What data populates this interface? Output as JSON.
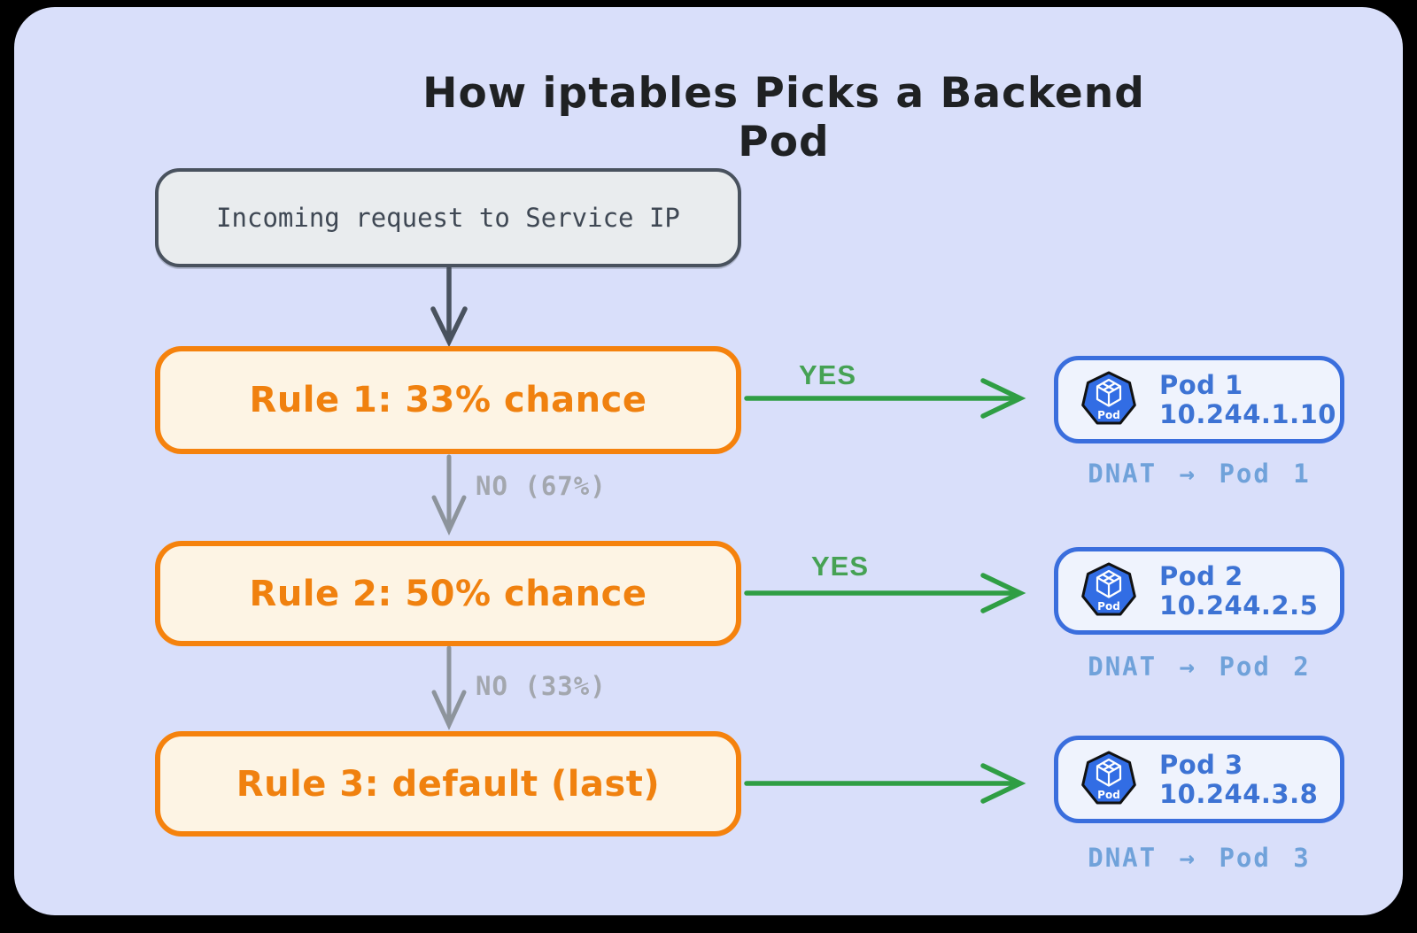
{
  "title": "How iptables Picks a Backend Pod",
  "start": {
    "label": "Incoming request to Service IP"
  },
  "rules": [
    {
      "label": "Rule 1: 33% chance",
      "yes_label": "YES",
      "no_label": "NO (67%)"
    },
    {
      "label": "Rule 2: 50% chance",
      "yes_label": "YES",
      "no_label": "NO (33%)"
    },
    {
      "label": "Rule 3: default (last)"
    }
  ],
  "pods": [
    {
      "name": "Pod 1",
      "ip": "10.244.1.10",
      "dnat_label": "DNAT → Pod 1",
      "icon": "kubernetes-pod-icon",
      "icon_label": "Pod"
    },
    {
      "name": "Pod 2",
      "ip": "10.244.2.5",
      "dnat_label": "DNAT → Pod 2",
      "icon": "kubernetes-pod-icon",
      "icon_label": "Pod"
    },
    {
      "name": "Pod 3",
      "ip": "10.244.3.8",
      "dnat_label": "DNAT → Pod 3",
      "icon": "kubernetes-pod-icon",
      "icon_label": "Pod"
    }
  ],
  "colors": {
    "page_background": "#000000",
    "canvas_background": "#d9dffa",
    "title_text": "#1f2123",
    "start_fill": "#e9ecee",
    "start_border": "#49525e",
    "start_text": "#3f4854",
    "rule_fill": "#fdf4e4",
    "rule_border": "#f5820d",
    "rule_text": "#f0810f",
    "yes_arrow": "#2f9e44",
    "yes_text": "#46a254",
    "no_arrow": "#8d949c",
    "no_text": "#a3a7ae",
    "flow_arrow": "#49525e",
    "pod_fill": "#eff3fd",
    "pod_border": "#3a6edd",
    "pod_text": "#3d73d4",
    "dnat_text": "#70a2da",
    "k8s_icon_fill": "#326de4"
  }
}
